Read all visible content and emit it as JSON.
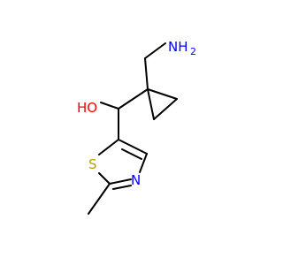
{
  "molecule": {
    "colors": {
      "bond": "#000000",
      "carbon": "#000000",
      "nitrogen": "#0000FF",
      "oxygen": "#FF0000",
      "sulfur": "#B8A000"
    },
    "labels": {
      "amine": "NH",
      "amine_h_count": "2",
      "hydroxyl": "HO",
      "sulfur": "S",
      "ring_nitrogen": "N"
    }
  }
}
